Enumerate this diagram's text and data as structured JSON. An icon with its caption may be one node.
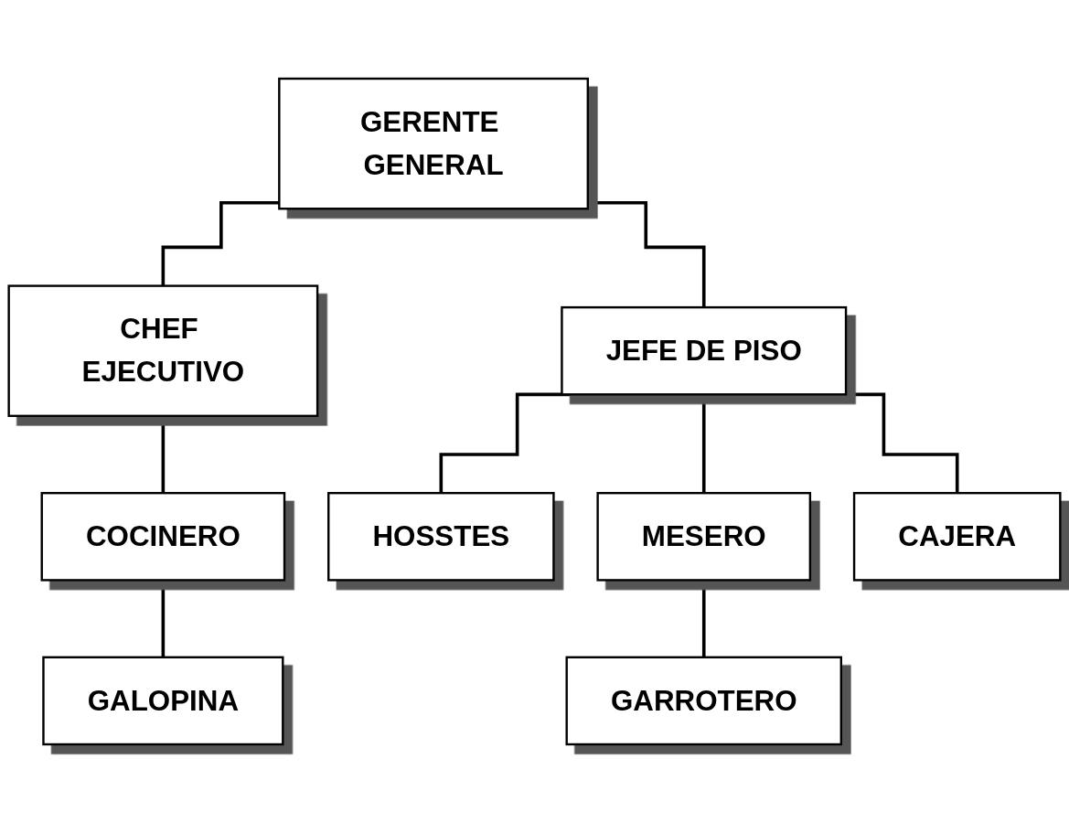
{
  "diagram": {
    "nodes": [
      {
        "text": [
          "GERENTE GENERAL"
        ]
      },
      {
        "text": [
          "CHEF EJECUTIVO"
        ]
      },
      {
        "text": [
          "JEFE DE PISO"
        ]
      },
      {
        "text": [
          "COCINERO"
        ]
      },
      {
        "text": [
          "HOSSTES"
        ]
      },
      {
        "text": [
          "MESERO"
        ]
      },
      {
        "text": [
          "CAJERA"
        ]
      },
      {
        "text": [
          "GALOPINA"
        ]
      },
      {
        "text": [
          "GARROTERO"
        ]
      }
    ],
    "edges": [
      {
        "from": 0,
        "to": 1,
        "arrow": "none"
      },
      {
        "from": 0,
        "to": 2,
        "arrow": "none"
      },
      {
        "from": 1,
        "to": 3,
        "arrow": "none"
      },
      {
        "from": 2,
        "to": 4,
        "arrow": "none"
      },
      {
        "from": 2,
        "to": 5,
        "arrow": "none"
      },
      {
        "from": 2,
        "to": 6,
        "arrow": "none"
      },
      {
        "from": 3,
        "to": 7,
        "arrow": "none"
      },
      {
        "from": 5,
        "to": 8,
        "arrow": "none"
      }
    ]
  }
}
